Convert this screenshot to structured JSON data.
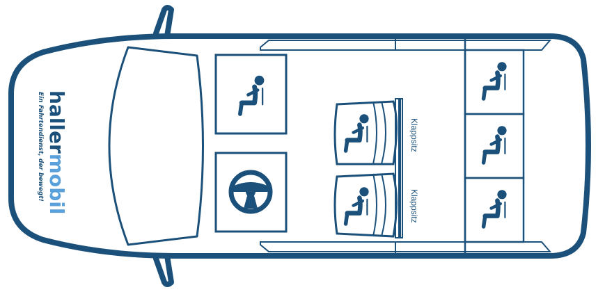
{
  "vehicle": {
    "brand_part1": "haller",
    "brand_part2": "mobil",
    "slogan": "Ein Fahrtendienst, der bewegt!"
  },
  "seats": {
    "folding_label_1": "Klappsitz",
    "folding_label_2": "Klappsitz"
  },
  "colors": {
    "outline": "#1b507a",
    "brand_dark": "#1b507a",
    "brand_light": "#5aa0da",
    "background": "#ffffff"
  },
  "icons": {
    "passenger": "seated-person-icon",
    "driver": "steering-wheel-icon"
  }
}
